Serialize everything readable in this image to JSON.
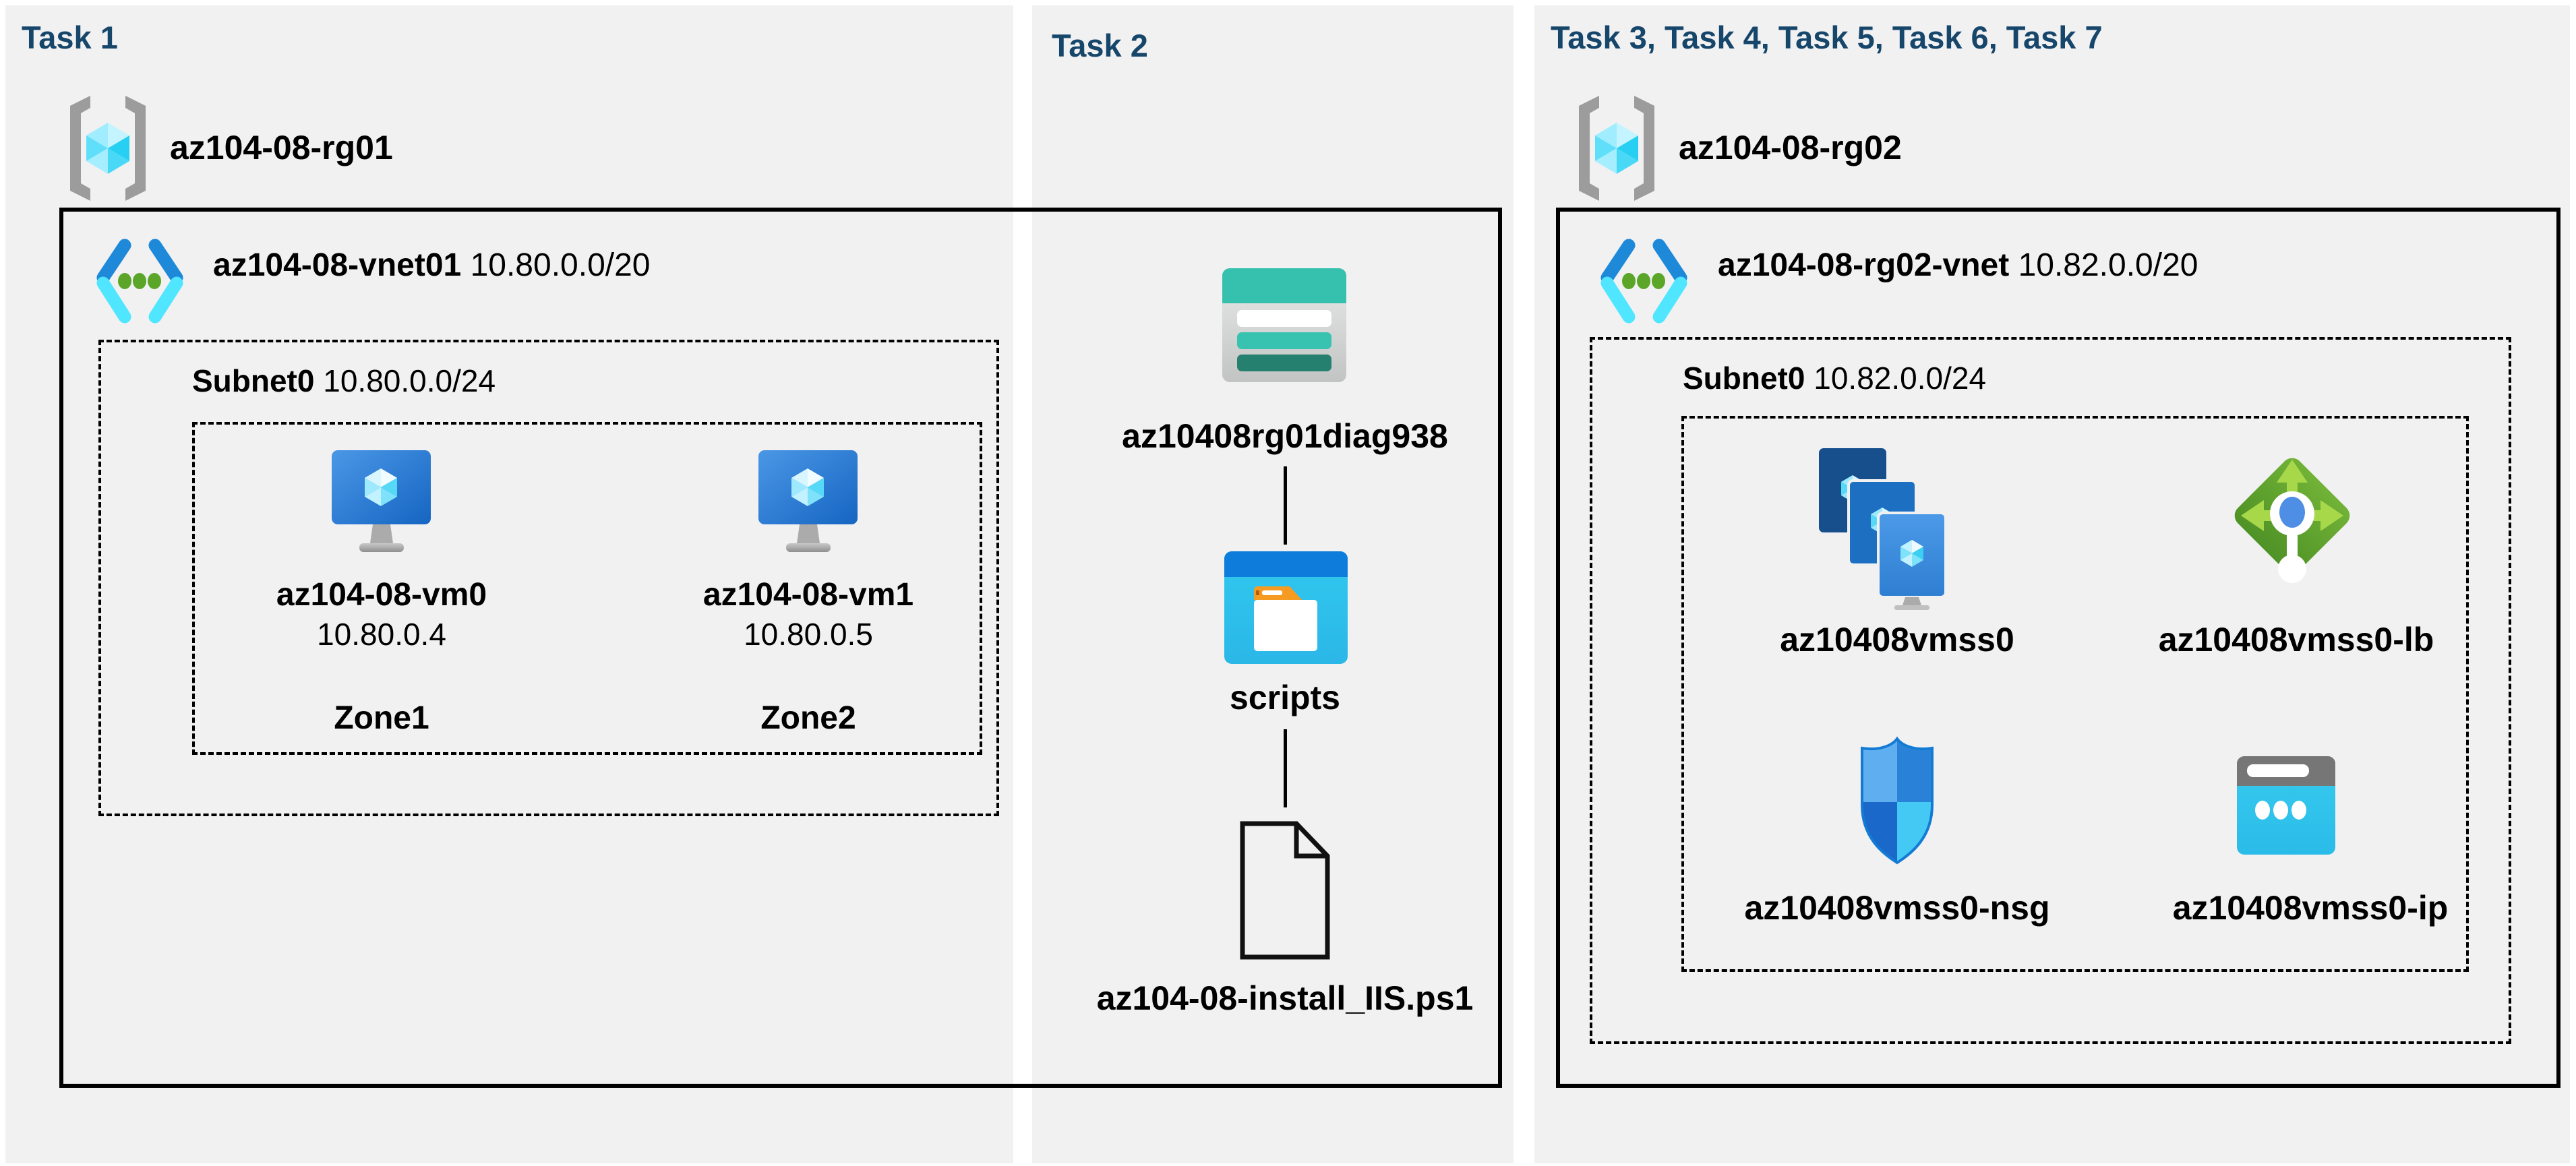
{
  "colors": {
    "task_title": "#17466B",
    "panel_background": "#F1F1F2",
    "azure_blue": "#1E88D9",
    "azure_cyan": "#50E6FF",
    "storage_teal": "#35C1AE",
    "lb_green": "#5FA52D"
  },
  "task1": {
    "title": "Task 1",
    "resource_group": "az104-08-rg01",
    "vnet": {
      "name": "az104-08-vnet01",
      "cidr": "10.80.0.0/20"
    },
    "subnet": {
      "name": "Subnet0",
      "cidr": "10.80.0.0/24"
    },
    "vms": [
      {
        "name": "az104-08-vm0",
        "ip": "10.80.0.4",
        "zone": "Zone1",
        "icon": "virtual-machine"
      },
      {
        "name": "az104-08-vm1",
        "ip": "10.80.0.5",
        "zone": "Zone2",
        "icon": "virtual-machine"
      }
    ]
  },
  "task2": {
    "title": "Task 2",
    "storage_account": "az10408rg01diag938",
    "container": "scripts",
    "file": "az104-08-install_IIS.ps1"
  },
  "task3": {
    "title": "Task 3, Task 4, Task 5, Task 6, Task 7",
    "resource_group": "az104-08-rg02",
    "vnet": {
      "name": "az104-08-rg02-vnet",
      "cidr": "10.82.0.0/20"
    },
    "subnet": {
      "name": "Subnet0",
      "cidr": "10.82.0.0/24"
    },
    "resources": [
      {
        "name": "az10408vmss0",
        "icon": "vmss"
      },
      {
        "name": "az10408vmss0-lb",
        "icon": "load-balancer"
      },
      {
        "name": "az10408vmss0-nsg",
        "icon": "network-security-group"
      },
      {
        "name": "az10408vmss0-ip",
        "icon": "public-ip"
      }
    ]
  }
}
